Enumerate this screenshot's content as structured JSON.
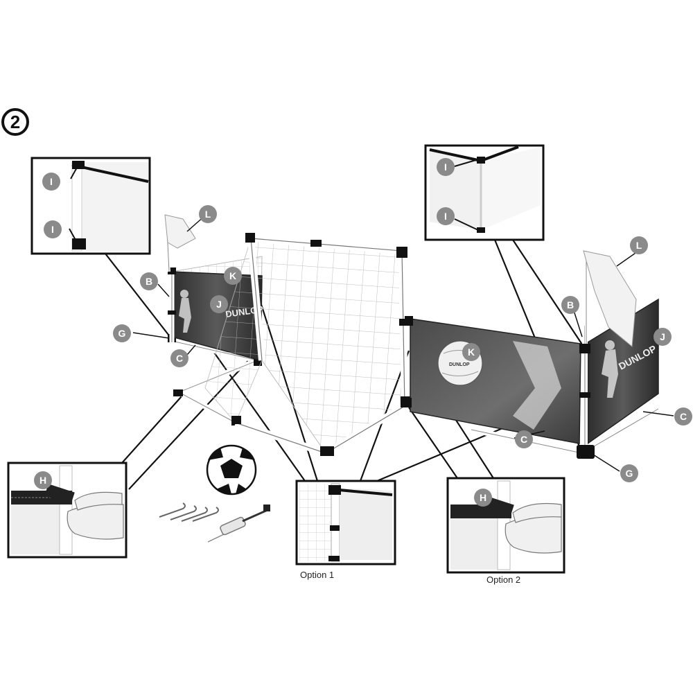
{
  "step_number": "2",
  "colors": {
    "line": "#111111",
    "badge_fill": "#8a8a8a",
    "panel_dark": "#3a3a3a",
    "panel_mid": "#6a6a6a",
    "frame": "#ffffff"
  },
  "labels": {
    "I": "I",
    "L": "L",
    "B": "B",
    "K": "K",
    "J": "J",
    "G": "G",
    "C": "C",
    "H": "H"
  },
  "brand": {
    "text": "DUNLOP",
    "ball_text": "DUNLOP"
  },
  "captions": {
    "option1": "Option 1",
    "option2": "Option 2"
  },
  "icons": [
    "flag-icon",
    "soccer-ball-icon",
    "ground-peg-icon",
    "air-pump-icon",
    "hand-icon"
  ]
}
